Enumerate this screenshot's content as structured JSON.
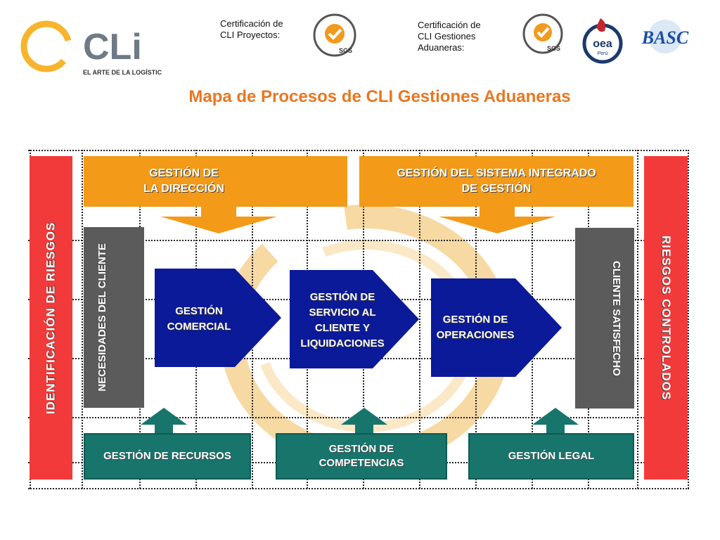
{
  "header": {
    "logo": {
      "name": "CLi",
      "tagline": "EL ARTE DE LA LOGÍSTICA"
    },
    "cert1": {
      "label": "Certificación de CLI Proyectos:"
    },
    "cert2": {
      "label": "Certificación de CLI Gestiones Aduaneras:"
    },
    "seal_text": "SGS",
    "badges": {
      "oea": "oea",
      "oea_sub": "Perú",
      "basc": "BASC"
    }
  },
  "title": "Mapa de Procesos de CLI Gestiones Aduaneras",
  "diagram": {
    "left_bar": "IDENTIFICACIÓN DE RIESGOS",
    "right_bar": "RIESGOS CONTROLADOS",
    "input_bar": "NECESIDADES DEL CLIENTE",
    "output_bar": "CLIENTE SATISFECHO",
    "strategic": [
      {
        "line1": "GESTIÓN DE",
        "line2": "LA DIRECCIÓN"
      },
      {
        "line1": "GESTIÓN DEL SISTEMA INTEGRADO",
        "line2": "DE GESTIÓN"
      }
    ],
    "operational": [
      {
        "lines": [
          "GESTIÓN",
          "COMERCIAL"
        ]
      },
      {
        "lines": [
          "GESTIÓN DE",
          "SERVICIO AL",
          "CLIENTE Y",
          "LIQUIDACIONES"
        ]
      },
      {
        "lines": [
          "GESTIÓN DE",
          "OPERACIONES"
        ]
      }
    ],
    "support": [
      {
        "line1": "GESTIÓN DE RECURSOS",
        "line2": ""
      },
      {
        "line1": "GESTIÓN DE",
        "line2": "COMPETENCIAS"
      },
      {
        "line1": "GESTIÓN LEGAL",
        "line2": ""
      }
    ],
    "colors": {
      "red": "#f23a3a",
      "orange": "#f39a18",
      "gray": "#5b5b5b",
      "navy": "#0b1a99",
      "teal": "#17756c",
      "title": "#e87722"
    }
  }
}
